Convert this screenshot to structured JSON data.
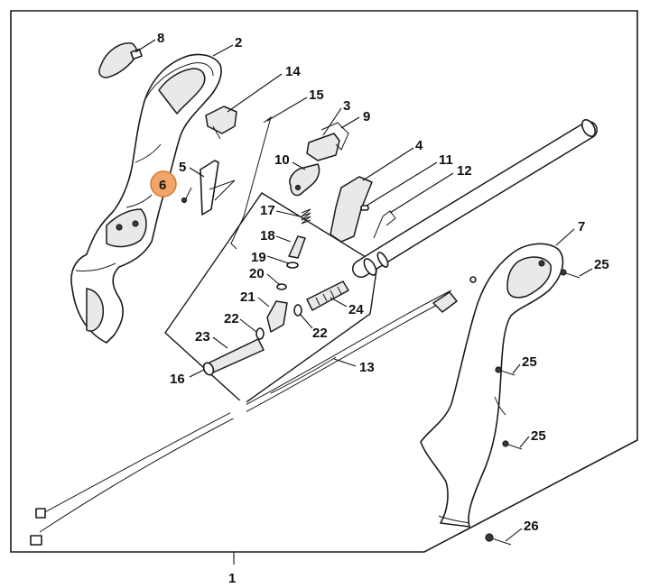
{
  "diagram": {
    "assembly_label": "1",
    "highlight_color": "#f0a56a",
    "highlight_stroke": "#d9772a",
    "parts": {
      "p1": "1",
      "p2": "2",
      "p3": "3",
      "p4": "4",
      "p5": "5",
      "p6": "6",
      "p7": "7",
      "p8": "8",
      "p9": "9",
      "p10": "10",
      "p11": "11",
      "p12": "12",
      "p13": "13",
      "p14": "14",
      "p15": "15",
      "p16": "16",
      "p17": "17",
      "p18": "18",
      "p19": "19",
      "p20": "20",
      "p21": "21",
      "p22a": "22",
      "p22b": "22",
      "p23": "23",
      "p24": "24",
      "p25a": "25",
      "p25b": "25",
      "p25c": "25",
      "p26": "26"
    }
  }
}
